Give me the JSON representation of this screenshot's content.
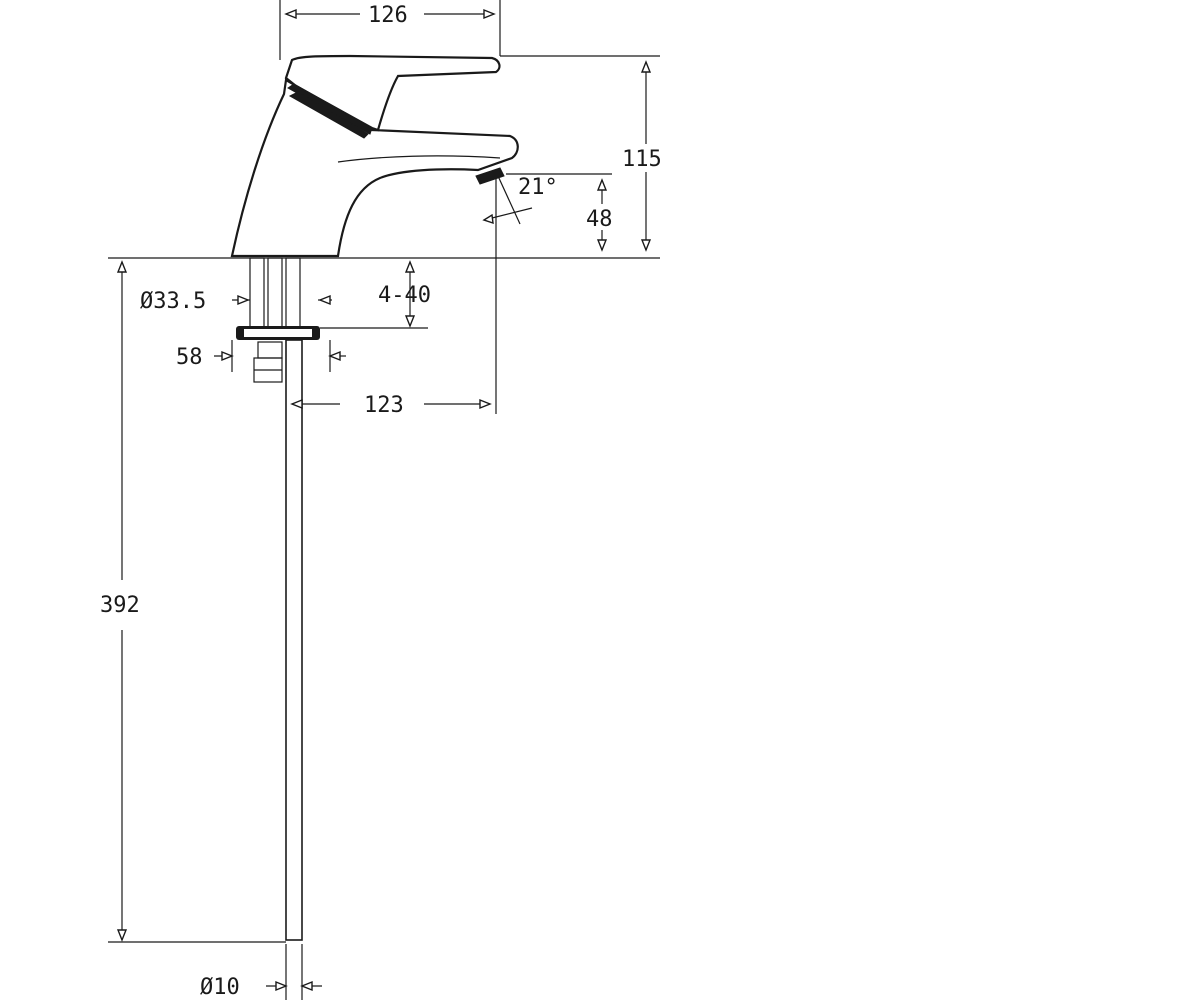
{
  "drawing": {
    "dimensions": {
      "width_126": "126",
      "height_115": "115",
      "angle_21": "21°",
      "height_48": "48",
      "diameter_33_5": "Ø33.5",
      "range_4_40": "4-40",
      "flange_58": "58",
      "reach_123": "123",
      "length_392": "392",
      "pipe_diameter_10": "Ø10"
    }
  }
}
